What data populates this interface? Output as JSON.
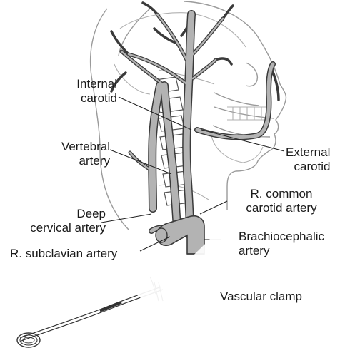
{
  "labels": {
    "internal_carotid": [
      "Internal",
      "carotid"
    ],
    "vertebral_artery": [
      "Vertebral",
      "artery"
    ],
    "external_carotid": [
      "External",
      "carotid"
    ],
    "deep_cervical_artery": [
      "Deep",
      "cervical artery"
    ],
    "r_common_carotid": [
      "R. common",
      "carotid artery"
    ],
    "brachiocephalic": [
      "Brachiocephalic",
      "artery"
    ],
    "r_subclavian": "R. subclavian artery",
    "vascular_clamp": "Vascular clamp"
  },
  "colors": {
    "outline": "#999999",
    "artery_fill": "#b3b3b3",
    "artery_stroke": "#3a3a3a",
    "leader": "#222222",
    "watermark": "#ffffff"
  }
}
